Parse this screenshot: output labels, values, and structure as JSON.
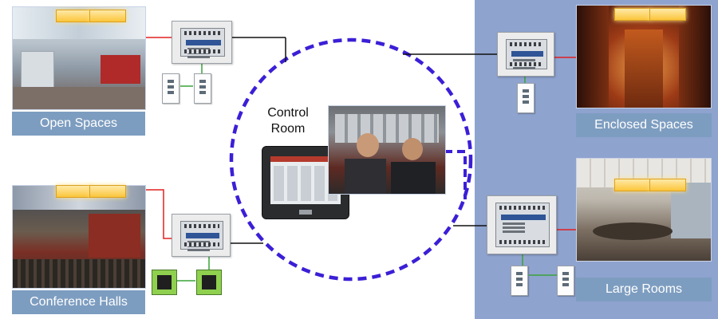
{
  "areas": {
    "open_spaces": "Open Spaces",
    "conference_halls": "Conference Halls",
    "enclosed_spaces": "Enclosed Spaces",
    "large_rooms": "Large Rooms"
  },
  "control_room": {
    "line1": "Control",
    "line2": "Room"
  },
  "colors": {
    "panel_background": "#8fa3cf",
    "caption_background": "#7d9dc0",
    "ring": "#3b1fd6",
    "power_line": "#e02020",
    "bus_line": "#3aa33a"
  }
}
